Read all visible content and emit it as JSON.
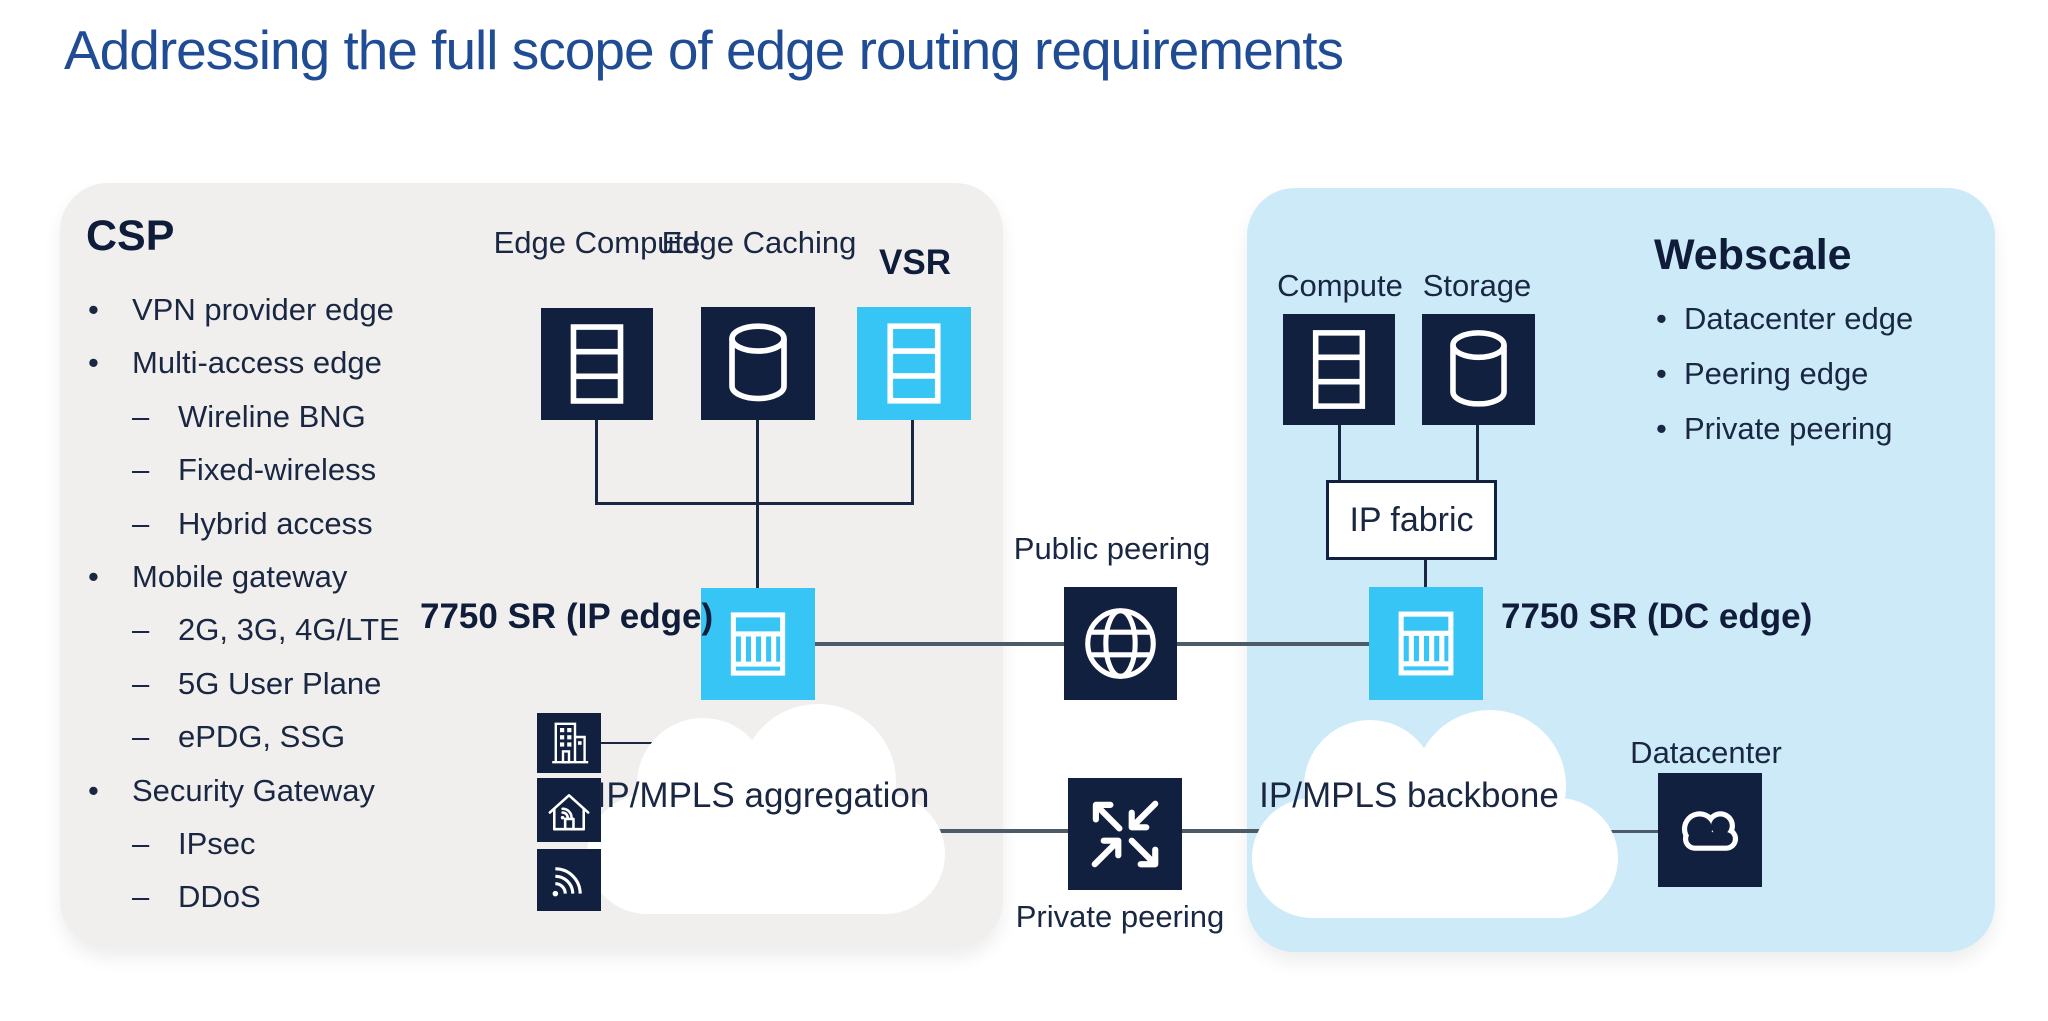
{
  "title": "Addressing the full scope of edge routing requirements",
  "colors": {
    "navy": "#12203f",
    "cyan": "#36c5f4",
    "title_blue": "#1f4c94",
    "text_navy": "#1a2742",
    "panel_gray": "#f0efee",
    "panel_blue": "#cdeaf8",
    "line_slate": "#4d5a68",
    "white": "#ffffff"
  },
  "csp": {
    "heading": "CSP",
    "items": [
      {
        "marker": "•",
        "text": "VPN provider edge",
        "level": 1
      },
      {
        "marker": "•",
        "text": "Multi-access edge",
        "level": 1
      },
      {
        "marker": "–",
        "text": "Wireline BNG",
        "level": 2
      },
      {
        "marker": "–",
        "text": "Fixed-wireless",
        "level": 2
      },
      {
        "marker": "–",
        "text": "Hybrid access",
        "level": 2
      },
      {
        "marker": "•",
        "text": "Mobile gateway",
        "level": 1
      },
      {
        "marker": "–",
        "text": "2G, 3G, 4G/LTE",
        "level": 2
      },
      {
        "marker": "–",
        "text": "5G User Plane",
        "level": 2
      },
      {
        "marker": "–",
        "text": "ePDG, SSG",
        "level": 2
      },
      {
        "marker": "•",
        "text": "Security Gateway",
        "level": 1
      },
      {
        "marker": "–",
        "text": "IPsec",
        "level": 2
      },
      {
        "marker": "–",
        "text": "DDoS",
        "level": 2
      }
    ]
  },
  "webscale": {
    "heading": "Webscale",
    "items": [
      {
        "marker": "•",
        "text": "Datacenter edge",
        "level": 1
      },
      {
        "marker": "•",
        "text": "Peering edge",
        "level": 1
      },
      {
        "marker": "•",
        "text": "Private peering",
        "level": 1
      }
    ]
  },
  "nodes": {
    "edge_compute": {
      "line1": "Edge",
      "line2": "Compute"
    },
    "edge_caching": {
      "line1": "Edge",
      "line2": "Caching"
    },
    "vsr": {
      "label": "VSR"
    },
    "router_ip": {
      "line1": "7750 SR",
      "line2": "(IP edge)"
    },
    "router_dc": {
      "line1": "7750 SR",
      "line2": "(DC edge)"
    },
    "compute": {
      "label": "Compute"
    },
    "storage": {
      "label": "Storage"
    },
    "ip_fabric": {
      "label": "IP fabric"
    },
    "public_peering": {
      "label": "Public peering"
    },
    "private_peering": {
      "label": "Private peering"
    },
    "aggregation_cloud": {
      "line1": "IP/MPLS",
      "line2": "aggregation"
    },
    "backbone_cloud": {
      "line1": "IP/MPLS",
      "line2": "backbone"
    },
    "datacenter": {
      "label": "Datacenter"
    }
  }
}
